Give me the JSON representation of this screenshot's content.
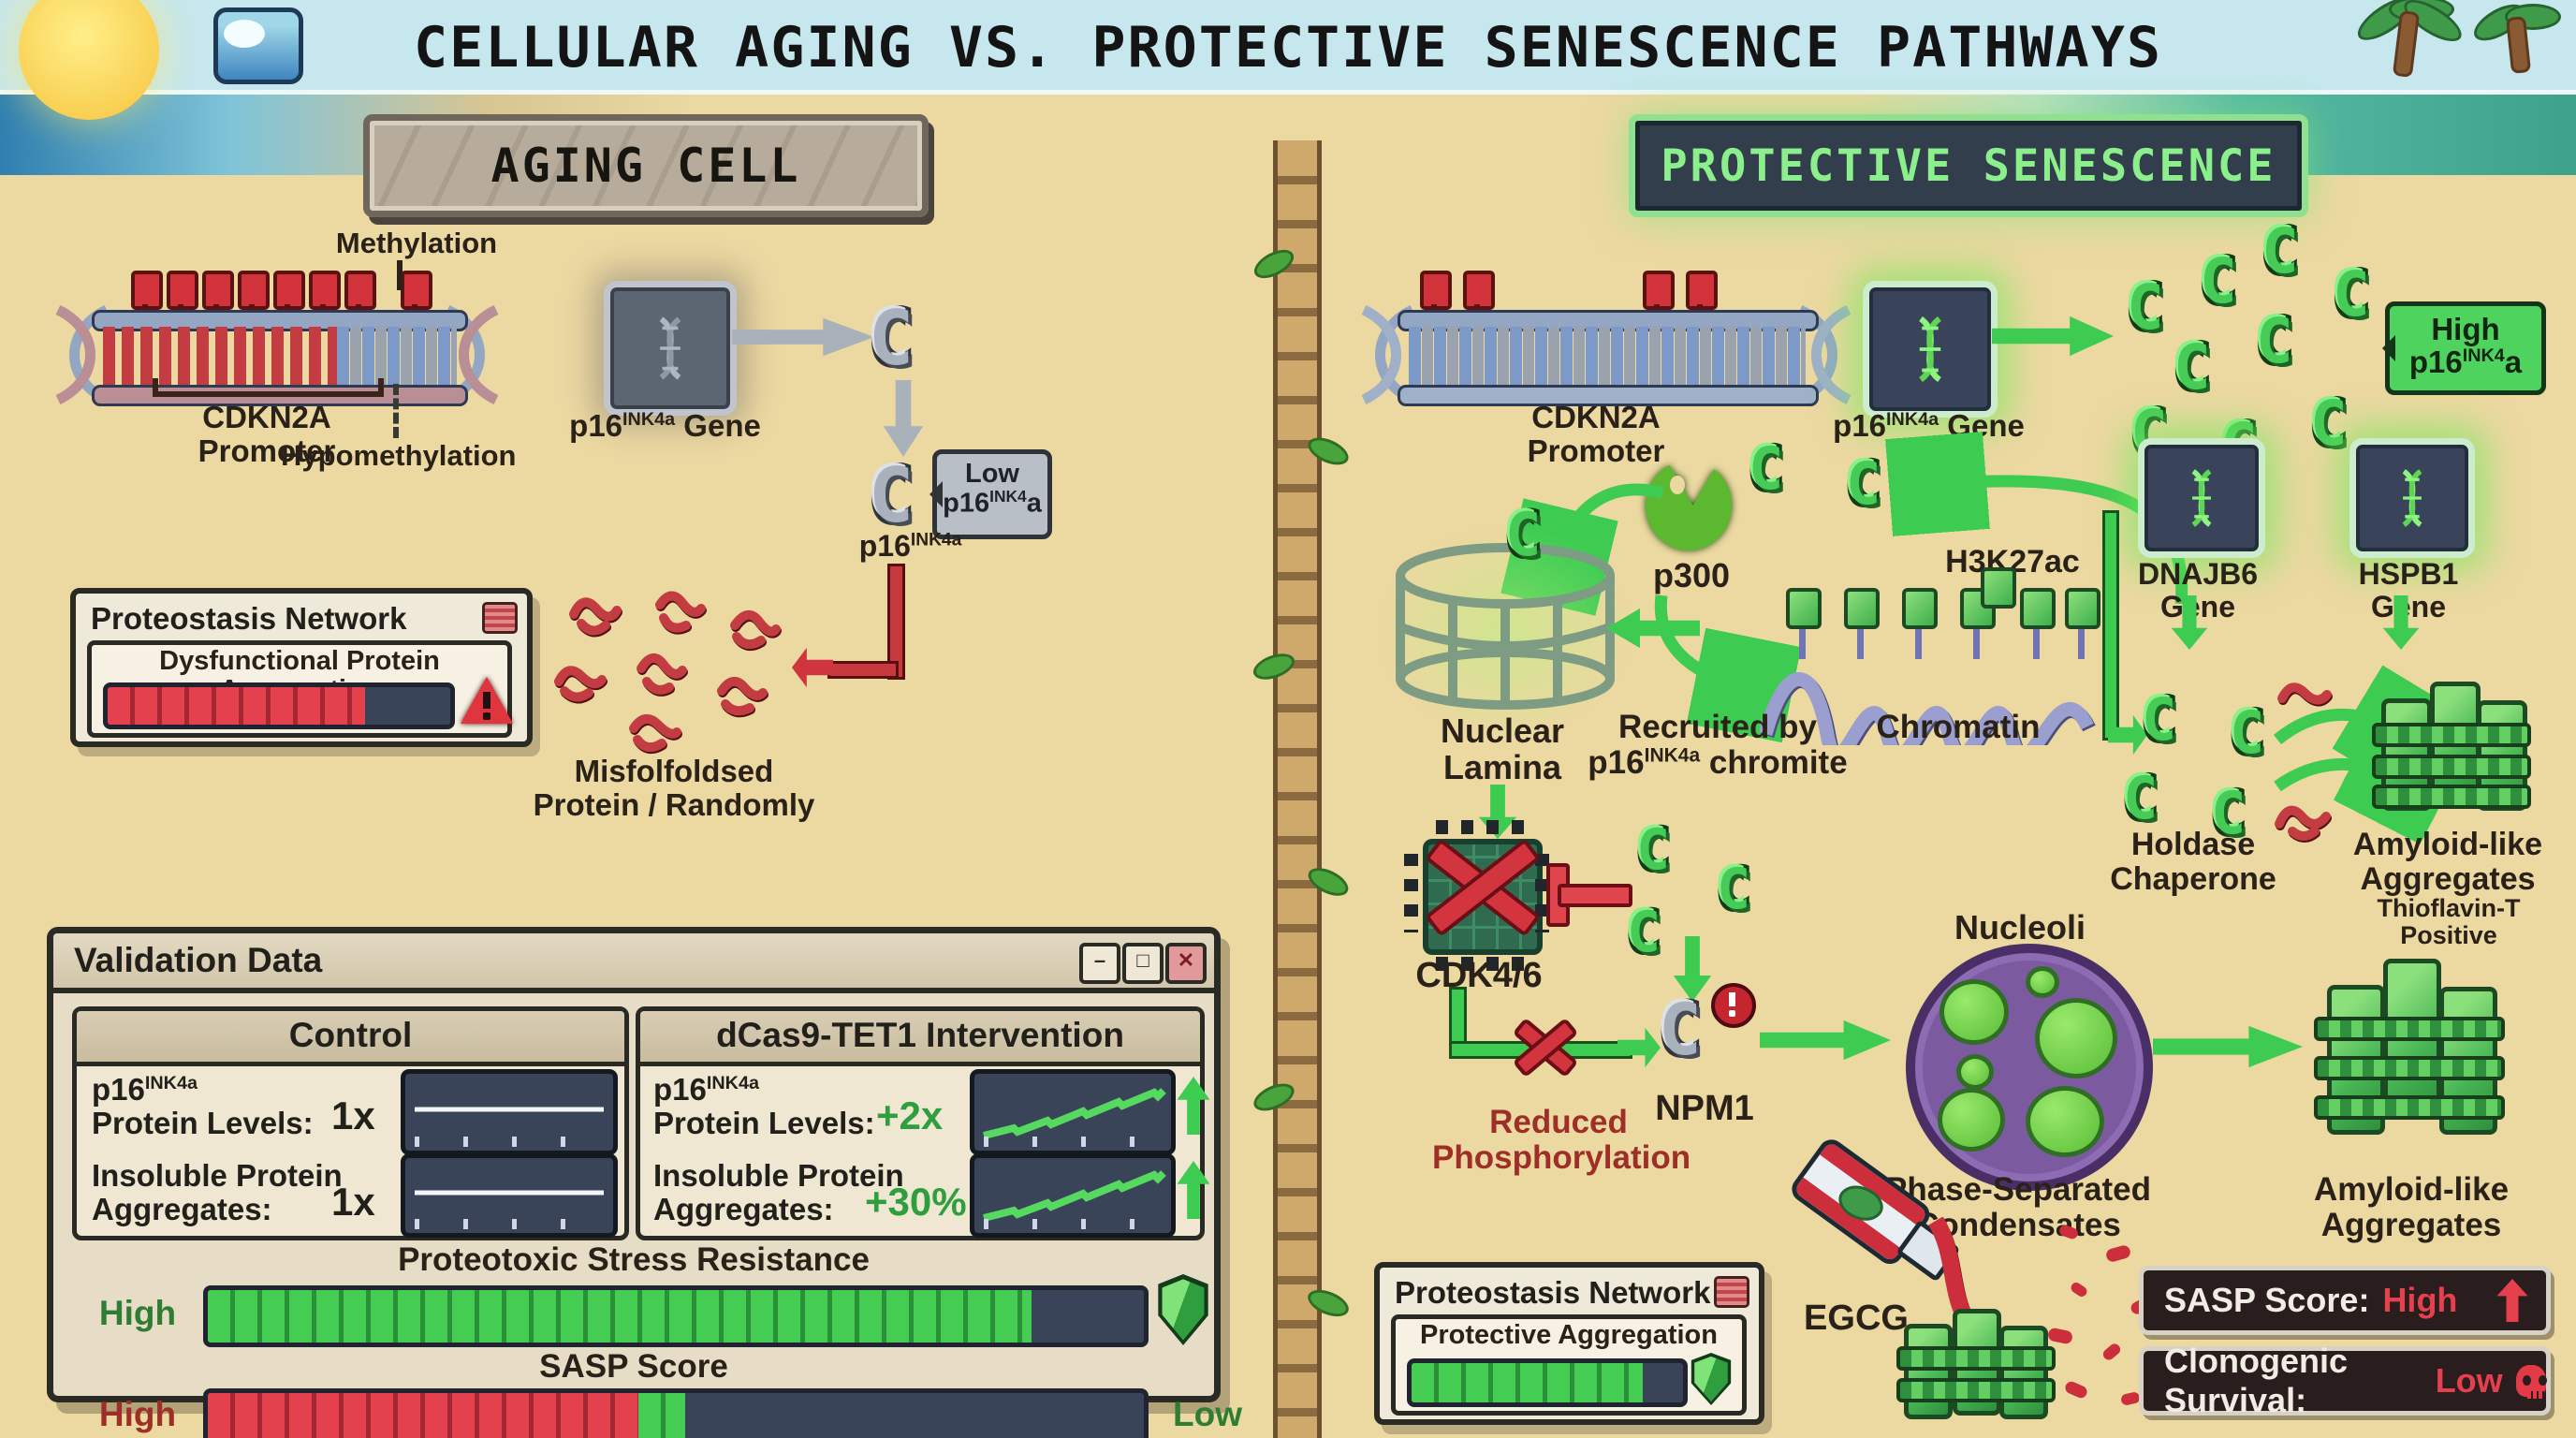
{
  "title": "CELLULAR AGING VS. PROTECTIVE SENESCENCE PATHWAYS",
  "p16": {
    "base": "p16",
    "sup": "INK4a"
  },
  "left": {
    "header": "AGING CELL",
    "methylation": "Methylation",
    "promoter": "CDKN2A Promoter",
    "hypomethylation": "Hypomethylation",
    "gene_suffix": " Gene",
    "low_bubble": {
      "word": "Low",
      "base": "p16",
      "sup": "INK4",
      "tail": "a"
    },
    "misfolded1": "Misfolfoldsed",
    "misfolded2": "Protein / Randomly",
    "proteostasis": {
      "title": "Proteostasis Network",
      "label": "Dysfunctional Protein Aggregation",
      "fill": 75
    }
  },
  "validation": {
    "window_title": "Validation Data",
    "buttons": {
      "min": "–",
      "max": "□",
      "close": "✕"
    },
    "control": {
      "header": "Control",
      "row1": {
        "label2": "Protein Levels:",
        "value": "1x",
        "trend": "flat"
      },
      "row2": {
        "label1": "Insoluble Protein",
        "label2": "Aggregates:",
        "value": "1x",
        "trend": "flat"
      }
    },
    "intervention": {
      "header": "dCas9-TET1 Intervention",
      "row1": {
        "label2": "Protein Levels:",
        "value": "+2x",
        "trend": "rising"
      },
      "row2": {
        "label1": "Insoluble Protein",
        "label2": "Aggregates:",
        "value": "+30%",
        "trend": "rising"
      }
    },
    "stress": {
      "title": "Proteotoxic Stress Resistance",
      "left": "High",
      "fill": 88
    },
    "sasp": {
      "title": "SASP Score",
      "left": "High",
      "right": "Low",
      "fill_red": 46,
      "fill_green": 5
    }
  },
  "right": {
    "header": "PROTECTIVE SENESCENCE",
    "promoter": "CDKN2A Promoter",
    "gene_suffix": " Gene",
    "high_bubble": {
      "word": "High",
      "base": "p16",
      "sup": "INK4",
      "tail": "a"
    },
    "p300": "p300",
    "h3k27ac": "H3K27ac",
    "chromatin": "Chromatin",
    "recruited1": "Recruited by",
    "recruited2_suffix": " chromite",
    "lamina1": "Nuclear",
    "lamina2": "Lamina",
    "dnajb6": "DNAJB6 Gene",
    "hspb1": "HSPB1 Gene",
    "holdase1": "Holdase",
    "holdase2": "Chaperone",
    "amyloid1a": "Amyloid-like",
    "amyloid1b": "Aggregates",
    "amyloid1c": "Thioflavin-T Positive",
    "cdk": "CDK4/6",
    "reduced1": "Reduced",
    "reduced2": "Phosphorylation",
    "npm1": "NPM1",
    "nucleoli": "Nucleoli",
    "phase1": "Phase-Separated",
    "phase2": "Condensates",
    "amyloid2a": "Amyloid-like",
    "amyloid2b": "Aggregates",
    "egcg": "EGCG",
    "proteostasis": {
      "title": "Proteostasis Network",
      "label": "Protective Aggregation",
      "fill": 85
    },
    "sasp_badge": {
      "label": "SASP Score:",
      "value": "High"
    },
    "clono_badge": {
      "label": "Clonogenic Survival:",
      "value": "Low"
    }
  },
  "colors": {
    "accent_green": "#3ecb52",
    "alert_red": "#d8394a",
    "navy_track": "#3a4459",
    "sand": "#ecd8a1"
  }
}
